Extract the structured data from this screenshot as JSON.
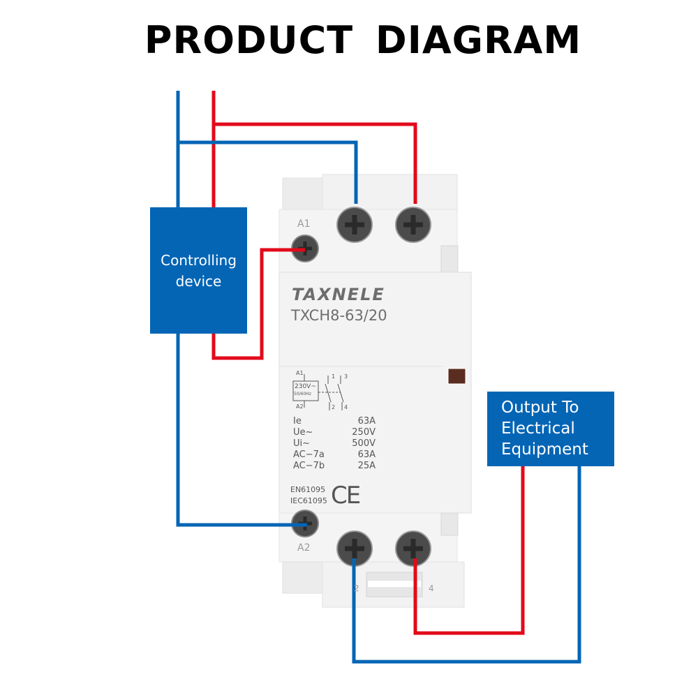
{
  "title": "PRODUCT  DIAGRAM",
  "colors": {
    "live_wire": "#e20a1a",
    "neutral_wire": "#0465b5",
    "box_fill": "#0465b5"
  },
  "controlling_device": {
    "line1": "Controlling",
    "line2": "device"
  },
  "output_box": {
    "line1": "Output To",
    "line2": "Electrical",
    "line3": "Equipment"
  },
  "device": {
    "brand": "TAXNELE",
    "model": "TXCH8-63/20",
    "terminal_labels": {
      "a1": "A1",
      "a2": "A2",
      "t2": "2",
      "t4": "4"
    },
    "schematic": {
      "a1": "A1",
      "a2": "A2",
      "coil_voltage": "230V~",
      "coil_freq": "50/60Hz",
      "p1": "1",
      "p3": "3",
      "p2": "2",
      "p4": "4"
    },
    "specs": [
      {
        "name": "Ie",
        "value": "63A"
      },
      {
        "name": "Ue~",
        "value": "250V"
      },
      {
        "name": "Ui~",
        "value": "500V"
      },
      {
        "name": "AC−7a",
        "value": "63A"
      },
      {
        "name": "AC−7b",
        "value": "25A"
      }
    ],
    "standards": [
      "EN61095",
      "IEC61095"
    ],
    "ce_mark": "CE"
  }
}
